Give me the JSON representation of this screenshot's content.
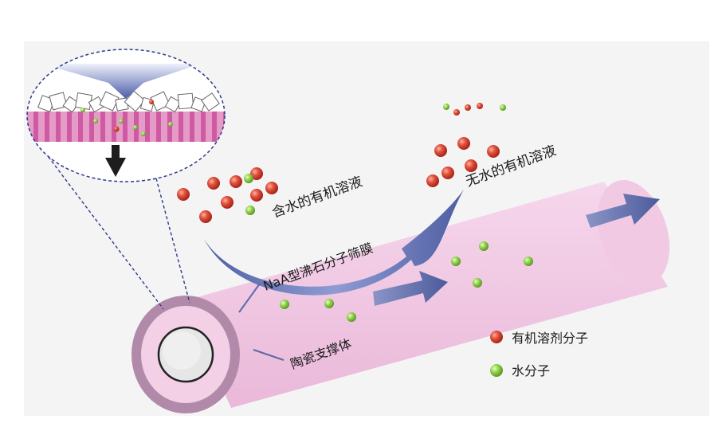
{
  "labels": {
    "wet_solution": "含水的有机溶液",
    "dry_solution": "无水的有机溶液",
    "membrane": "NaA型沸石分子筛膜",
    "support": "陶瓷支撑体"
  },
  "legend": [
    {
      "label": "有机溶剂分子",
      "color": "#d2412f"
    },
    {
      "label": "水分子",
      "color": "#8ac83c"
    }
  ],
  "colors": {
    "tube": "#f0c6e2",
    "tube_rim": "#b58aaa",
    "arrow": "#5a6aa8",
    "magnifier_layer": "#d96fb0"
  }
}
